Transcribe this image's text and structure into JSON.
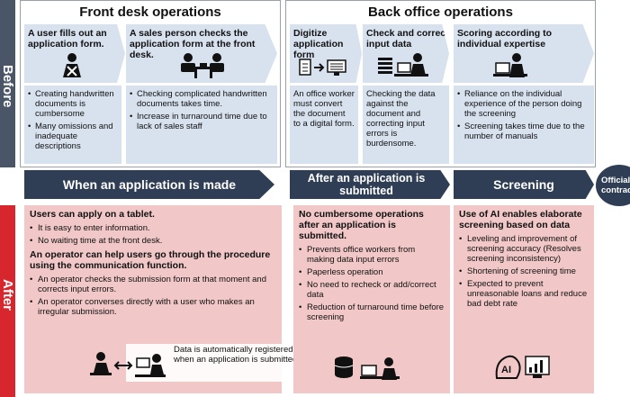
{
  "side_labels": {
    "before": "Before",
    "after": "After"
  },
  "front": {
    "title": "Front desk operations",
    "steps": [
      {
        "header": "A user fills out an application form.",
        "bullets": [
          "Creating handwritten documents is cumbersome",
          "Many omissions and inadequate descriptions"
        ]
      },
      {
        "header": "A sales person checks the application form at the front desk.",
        "bullets": [
          "Checking complicated handwritten documents takes time.",
          "Increase in turnaround time due to lack of sales staff"
        ]
      }
    ],
    "phase": "When an application is made"
  },
  "back": {
    "title": "Back office operations",
    "steps": [
      {
        "header": "Digitize application form",
        "body": "An office worker must convert the document to a digital form."
      },
      {
        "header": "Check and correct input data",
        "body": "Checking the data against the document and correcting input errors is burdensome."
      },
      {
        "header": "Scoring according to individual expertise",
        "bullets": [
          "Reliance on the individual experience of the person doing the screening",
          "Screening takes time due to the number of manuals"
        ]
      }
    ],
    "phase_submitted": "After an application is submitted",
    "phase_screening": "Screening"
  },
  "official": "Official contract",
  "after": {
    "front": {
      "heading1": "Users can apply on a tablet.",
      "bullets1": [
        "It is easy to enter information.",
        "No waiting time at the front desk."
      ],
      "heading2": "An operator can help users go through the procedure using the communication function.",
      "bullets2": [
        "An operator checks the submission form at that moment and corrects input errors.",
        "An operator converses directly with a user who makes an irregular submission."
      ]
    },
    "transfer": "Data is automatically registered when an application is submitted",
    "back1": {
      "heading": "No cumbersome operations after an application is submitted.",
      "bullets": [
        "Prevents office workers from making data input errors",
        "Paperless operation",
        "No need to recheck or add/correct data",
        "Reduction of turnaround time before screening"
      ]
    },
    "back2": {
      "heading": "Use of AI enables elaborate screening based on data",
      "bullets": [
        "Leveling and improvement of screening accuracy (Resolves screening inconsistency)",
        "Shortening of screening time",
        "Expected to prevent unreasonable loans and reduce bad debt rate"
      ],
      "ai_label": "AI"
    }
  },
  "colors": {
    "before": "#4a5668",
    "after": "#d8262e",
    "chevron": "#d8e2ef",
    "pink": "#f1c7c7",
    "navy": "#2f3e55"
  }
}
